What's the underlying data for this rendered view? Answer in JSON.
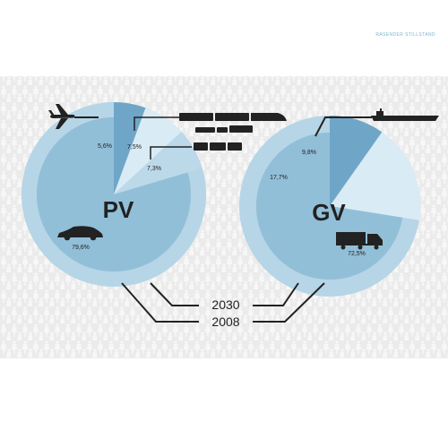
{
  "header": {
    "text": "RASENDER STILLSTAND"
  },
  "colors": {
    "background": "#ffffff",
    "pattern_band": "#ebebeb",
    "pattern_glyph": "#f7f7f7",
    "ring": "#b6d5e6",
    "disk_base": "#92bfd8",
    "wedge_dark": "#6fa6c8",
    "wedge_light": "#d9ebf4",
    "wedge_mid": "#bcd9ea",
    "leader": "#222222",
    "text": "#222222"
  },
  "icons": {
    "plane": "airplane-icon",
    "train_long": "train-icon",
    "train_mid": "regional-train-icon",
    "train_short": "tram-icon",
    "ship": "ship-icon",
    "car": "car-icon",
    "truck": "truck-icon"
  },
  "chart_data": [
    {
      "type": "pie",
      "title": "PV",
      "series": [
        {
          "name": "",
          "values": [
            5.6,
            7.5,
            7.3,
            79.6
          ]
        }
      ],
      "categories": [
        "airplane-icon",
        "train-icon",
        "tram-icon",
        "car-icon"
      ],
      "labels": [
        "5,6%",
        "7,5%",
        "7,3%",
        "79,6%"
      ]
    },
    {
      "type": "pie",
      "title": "GV",
      "series": [
        {
          "name": "",
          "values": [
            9.8,
            17.7,
            72.5
          ]
        }
      ],
      "categories": [
        "ship-icon",
        "train-icon",
        "truck-icon"
      ],
      "labels": [
        "9,8%",
        "17,7%",
        "72,5%"
      ]
    }
  ],
  "legend": {
    "inner_ring": "2030",
    "outer_ring": "2008"
  }
}
